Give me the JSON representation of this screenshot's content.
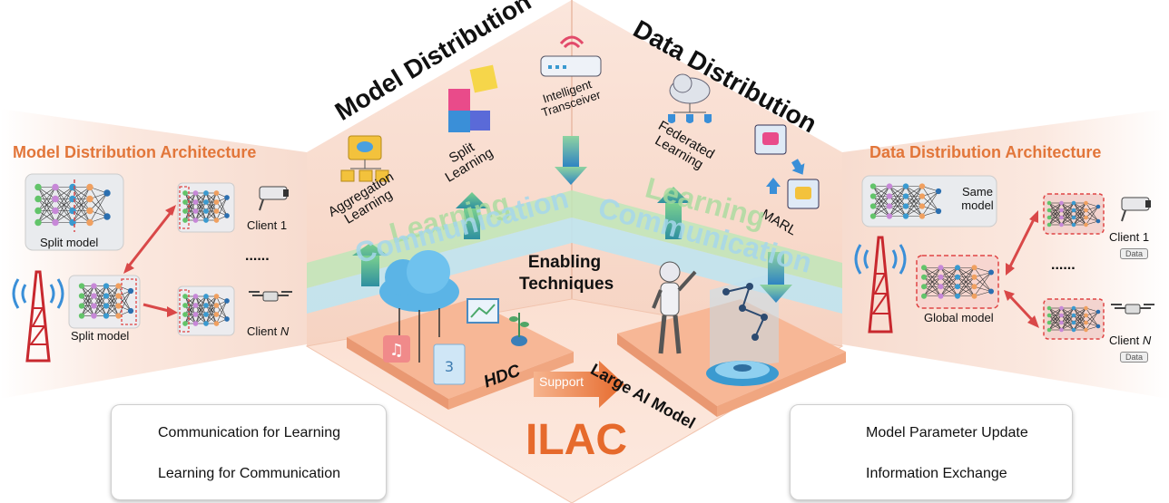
{
  "central": {
    "logo": "ILAC",
    "enabling": "Enabling Techniques",
    "hdc": "HDC",
    "support": "Support",
    "large_ai": "Large AI Model"
  },
  "model_wall": {
    "title": "Model Distribution",
    "aggregation": "Aggregation Learning",
    "split": "Split Learning",
    "band_learning": "Learning",
    "band_communication": "Communication"
  },
  "data_wall": {
    "title": "Data Distribution",
    "federated": "Federated Learning",
    "marl": "MARL",
    "band_learning": "Learning",
    "band_communication": "Communication"
  },
  "transceiver": "Intelligent Transceiver",
  "left_panel": {
    "title": "Model Distribution Architecture",
    "split_model_top": "Split model",
    "split_model_bottom": "Split model",
    "client_1": "Client 1",
    "dots": "......",
    "client_n_prefix": "Client ",
    "client_n_suffix": "N"
  },
  "right_panel": {
    "title": "Data Distribution Architecture",
    "same_model": "Same model",
    "global_model": "Global model",
    "client_1": "Client 1",
    "dots": "......",
    "client_n_prefix": "Client ",
    "client_n_suffix": "N",
    "data_tag": "Data"
  },
  "legend_left": {
    "comm_for_learning": "Communication for Learning",
    "learning_for_comm": "Learning for Communication"
  },
  "legend_right": {
    "model_update": "Model Parameter Update",
    "info_exchange": "Information Exchange"
  },
  "colors": {
    "orange": "#e2763a",
    "green_arrow": "#5aa878",
    "blue_arrow": "#3c96c8",
    "red_dashed": "#e04545"
  }
}
